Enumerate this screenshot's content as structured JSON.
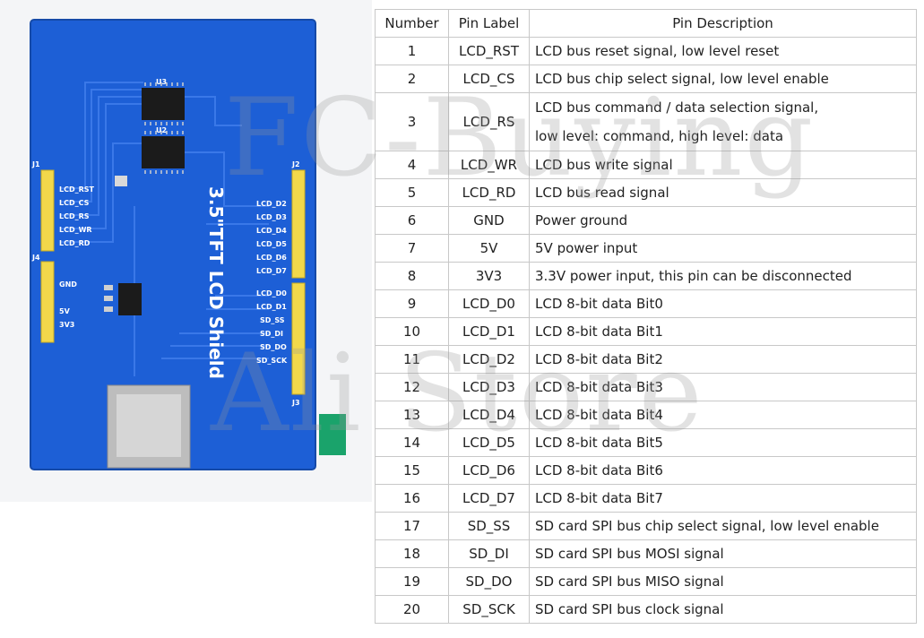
{
  "board": {
    "title_silk": "3.5\"TFT LCD Shield",
    "chip_labels": [
      "U3",
      "U2"
    ],
    "connector_labels": [
      "J1",
      "J2",
      "J3",
      "J4"
    ],
    "left_pins_top": [
      "LCD_RST",
      "LCD_CS",
      "LCD_RS",
      "LCD_WR",
      "LCD_RD"
    ],
    "left_pins_power": [
      "GND",
      "5V",
      "3V3"
    ],
    "right_pins_top": [
      "LCD_D2",
      "LCD_D3",
      "LCD_D4",
      "LCD_D5",
      "LCD_D6",
      "LCD_D7"
    ],
    "right_pins_bottom": [
      "LCD_D0",
      "LCD_D1",
      "SD_SS",
      "SD_DI",
      "SD_DO",
      "SD_SCK"
    ],
    "colors": {
      "pcb": "#1d5fd6",
      "header": "#f2d84b",
      "chip": "#1b1b1b",
      "flex": "#1aa36b"
    }
  },
  "watermark": {
    "line1": "FC-Buying",
    "line2": "Ali Store"
  },
  "table": {
    "headers": [
      "Number",
      "Pin Label",
      "Pin Description"
    ],
    "rows": [
      {
        "num": "1",
        "label": "LCD_RST",
        "desc": [
          "LCD bus reset signal, low level reset"
        ]
      },
      {
        "num": "2",
        "label": "LCD_CS",
        "desc": [
          "LCD bus chip select signal, low level enable"
        ]
      },
      {
        "num": "3",
        "label": "LCD_RS",
        "desc": [
          "LCD bus command / data selection signal,",
          "low level: command, high level: data"
        ]
      },
      {
        "num": "4",
        "label": "LCD_WR",
        "desc": [
          "LCD bus write signal"
        ]
      },
      {
        "num": "5",
        "label": "LCD_RD",
        "desc": [
          "LCD bus read signal"
        ]
      },
      {
        "num": "6",
        "label": "GND",
        "desc": [
          "Power ground"
        ]
      },
      {
        "num": "7",
        "label": "5V",
        "desc": [
          "5V power input"
        ]
      },
      {
        "num": "8",
        "label": "3V3",
        "desc": [
          "3.3V power input, this pin can be disconnected"
        ]
      },
      {
        "num": "9",
        "label": "LCD_D0",
        "desc": [
          "LCD 8-bit data Bit0"
        ]
      },
      {
        "num": "10",
        "label": "LCD_D1",
        "desc": [
          "LCD 8-bit data Bit1"
        ]
      },
      {
        "num": "11",
        "label": "LCD_D2",
        "desc": [
          "LCD 8-bit data Bit2"
        ]
      },
      {
        "num": "12",
        "label": "LCD_D3",
        "desc": [
          "LCD 8-bit data Bit3"
        ]
      },
      {
        "num": "13",
        "label": "LCD_D4",
        "desc": [
          "LCD 8-bit data Bit4"
        ]
      },
      {
        "num": "14",
        "label": "LCD_D5",
        "desc": [
          "LCD 8-bit data Bit5"
        ]
      },
      {
        "num": "15",
        "label": "LCD_D6",
        "desc": [
          "LCD 8-bit data Bit6"
        ]
      },
      {
        "num": "16",
        "label": "LCD_D7",
        "desc": [
          "LCD 8-bit data Bit7"
        ]
      },
      {
        "num": "17",
        "label": "SD_SS",
        "desc": [
          "SD card SPI bus chip select signal, low level enable"
        ]
      },
      {
        "num": "18",
        "label": "SD_DI",
        "desc": [
          "SD card SPI bus MOSI signal"
        ]
      },
      {
        "num": "19",
        "label": "SD_DO",
        "desc": [
          "SD card SPI bus MISO signal"
        ]
      },
      {
        "num": "20",
        "label": "SD_SCK",
        "desc": [
          "SD card SPI bus clock signal"
        ]
      }
    ]
  }
}
